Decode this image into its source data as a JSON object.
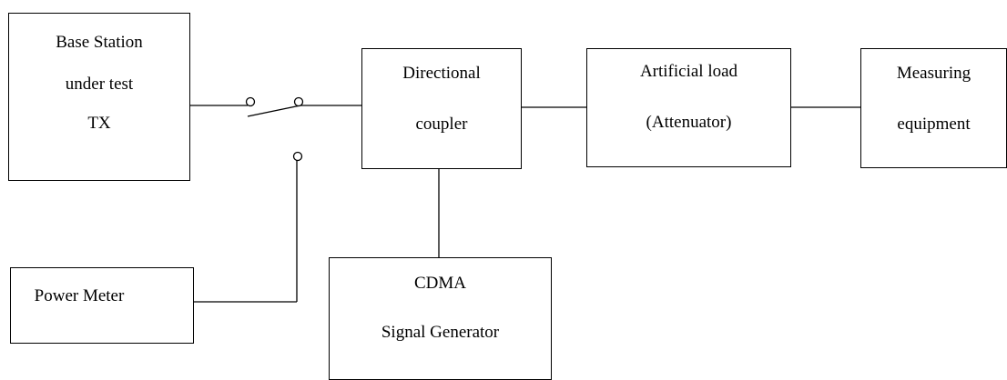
{
  "diagram": {
    "blocks": {
      "base_station": {
        "line1": "Base Station",
        "line2": "under test",
        "line3": "TX"
      },
      "coupler": {
        "line1": "Directional",
        "line2": "coupler"
      },
      "load": {
        "line1": "Artificial load",
        "line2": "(Attenuator)"
      },
      "measuring": {
        "line1": "Measuring",
        "line2": "equipment"
      },
      "power_meter": {
        "line1": "Power Meter"
      },
      "signal_generator": {
        "line1": "CDMA",
        "line2": "Signal Generator"
      }
    },
    "colors": {
      "stroke": "#000000",
      "background": "#ffffff"
    }
  }
}
